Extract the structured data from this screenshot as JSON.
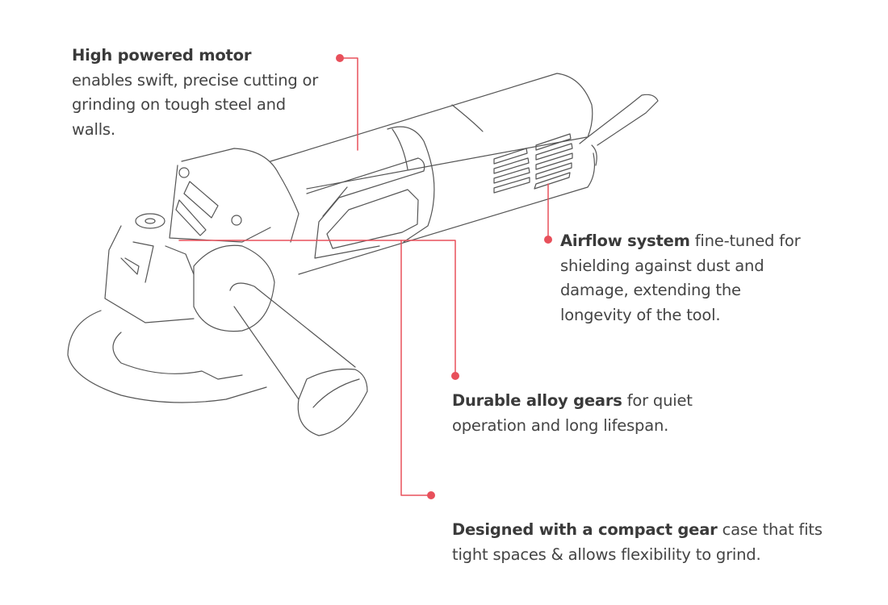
{
  "colors": {
    "accent": "#e8505b",
    "text": "#444444",
    "drawing": "#555555"
  },
  "callouts": [
    {
      "id": "motor",
      "title": "High powered motor",
      "body": "enables swift, precise cutting or grinding on tough steel and walls."
    },
    {
      "id": "airflow",
      "title": "Airflow system",
      "body": " fine-tuned for shielding against dust and damage, extending the longevity of the tool."
    },
    {
      "id": "gears",
      "title": "Durable alloy gears",
      "body": " for quiet operation and long lifespan."
    },
    {
      "id": "compact",
      "title": "Designed with a compact gear",
      "body": " case that fits tight spaces & allows flexibility to grind."
    }
  ]
}
